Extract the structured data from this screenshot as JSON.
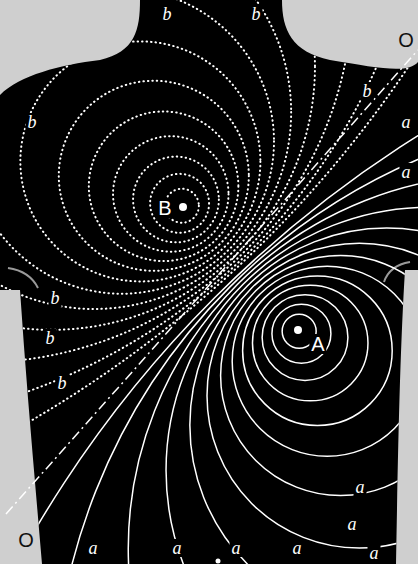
{
  "diagram": {
    "labels": [
      "b",
      "b",
      "O",
      "b",
      "b",
      "a",
      "a",
      "B",
      "b",
      "b",
      "A",
      "b",
      "a",
      "a",
      "O",
      "a",
      "a",
      "a",
      "a",
      "a"
    ]
  }
}
